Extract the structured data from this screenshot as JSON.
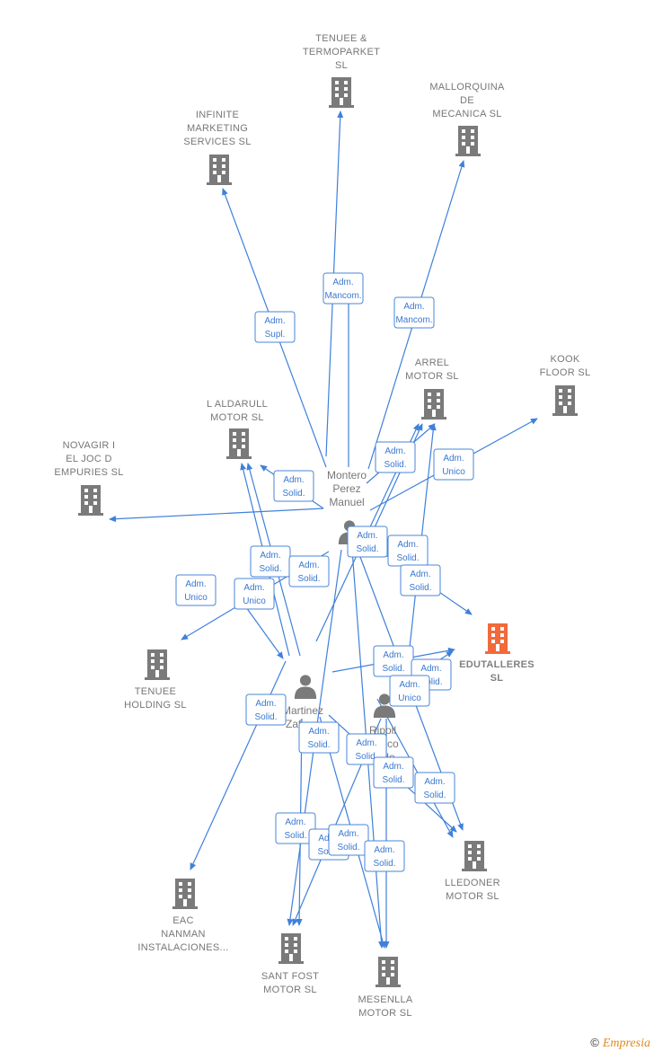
{
  "accent": "#3f80db",
  "focus_color": "#f26a3a",
  "node_color": "#7a7a7a",
  "companies": [
    {
      "id": "tenuee_termoparket",
      "lines": [
        "TENUEE &",
        "TERMOPARKET",
        "SL"
      ]
    },
    {
      "id": "mallorquina",
      "lines": [
        "MALLORQUINA",
        "DE",
        "MECANICA  SL"
      ]
    },
    {
      "id": "infinite",
      "lines": [
        "INFINITE",
        "MARKETING",
        "SERVICES SL"
      ]
    },
    {
      "id": "kook",
      "lines": [
        "KOOK",
        "FLOOR  SL"
      ]
    },
    {
      "id": "arrel",
      "lines": [
        "ARREL",
        "MOTOR  SL"
      ]
    },
    {
      "id": "aldarull",
      "lines": [
        "L ALDARULL",
        "MOTOR  SL"
      ]
    },
    {
      "id": "novagir",
      "lines": [
        "NOVAGIR I",
        "EL JOC D",
        "EMPURIES  SL"
      ]
    },
    {
      "id": "edutalleres",
      "lines": [
        "EDUTALLERES",
        "SL"
      ],
      "focus": true
    },
    {
      "id": "tenuee_holding",
      "lines": [
        "TENUEE",
        "HOLDING  SL"
      ]
    },
    {
      "id": "lledoner",
      "lines": [
        "LLEDONER",
        "MOTOR  SL"
      ]
    },
    {
      "id": "eac",
      "lines": [
        "EAC",
        "NANMAN",
        "INSTALACIONES..."
      ]
    },
    {
      "id": "sant_fost",
      "lines": [
        "SANT FOST",
        "MOTOR  SL"
      ]
    },
    {
      "id": "mesenlla",
      "lines": [
        "MESENLLA",
        "MOTOR  SL"
      ]
    }
  ],
  "persons": [
    {
      "id": "montero",
      "lines": [
        "Montero",
        "Perez",
        "Manuel"
      ]
    },
    {
      "id": "martinez",
      "lines": [
        "Martinez",
        "Zafra..."
      ]
    },
    {
      "id": "ripoll",
      "lines": [
        "Ripoll",
        "...asco",
        "...rdo"
      ]
    }
  ],
  "roles": [
    {
      "l1": "Adm.",
      "l2": "Mancom."
    },
    {
      "l1": "Adm.",
      "l2": "Mancom."
    },
    {
      "l1": "Adm.",
      "l2": "Supl."
    },
    {
      "l1": "Adm.",
      "l2": "Solid."
    },
    {
      "l1": "Adm.",
      "l2": "Unico"
    },
    {
      "l1": "Adm.",
      "l2": "Solid."
    },
    {
      "l1": "Adm.",
      "l2": "Unico"
    },
    {
      "l1": "Adm.",
      "l2": "Solid."
    },
    {
      "l1": "Adm.",
      "l2": "Solid."
    },
    {
      "l1": "Adm.",
      "l2": "Solid."
    },
    {
      "l1": "Adm.",
      "l2": "Unico"
    },
    {
      "l1": "Adm.",
      "l2": "Solid."
    },
    {
      "l1": "Adm.",
      "l2": "Solid."
    },
    {
      "l1": "Adm.",
      "l2": "Solid."
    },
    {
      "l1": "Adm.",
      "l2": "Solid."
    },
    {
      "l1": "Adm.",
      "l2": "Solid."
    },
    {
      "l1": "Adm.",
      "l2": "Unico"
    },
    {
      "l1": "Adm.",
      "l2": "Solid."
    },
    {
      "l1": "Adm.",
      "l2": "Solid."
    },
    {
      "l1": "Adm.",
      "l2": "Solid."
    },
    {
      "l1": "Adm.",
      "l2": "Solid."
    },
    {
      "l1": "Adm.",
      "l2": "Solid."
    },
    {
      "l1": "Adm.",
      "l2": "Solid."
    },
    {
      "l1": "Adm.",
      "l2": "Solid."
    },
    {
      "l1": "Adm.",
      "l2": "Solid."
    }
  ],
  "footer": {
    "copyright": "©",
    "brand": "Empresia"
  }
}
